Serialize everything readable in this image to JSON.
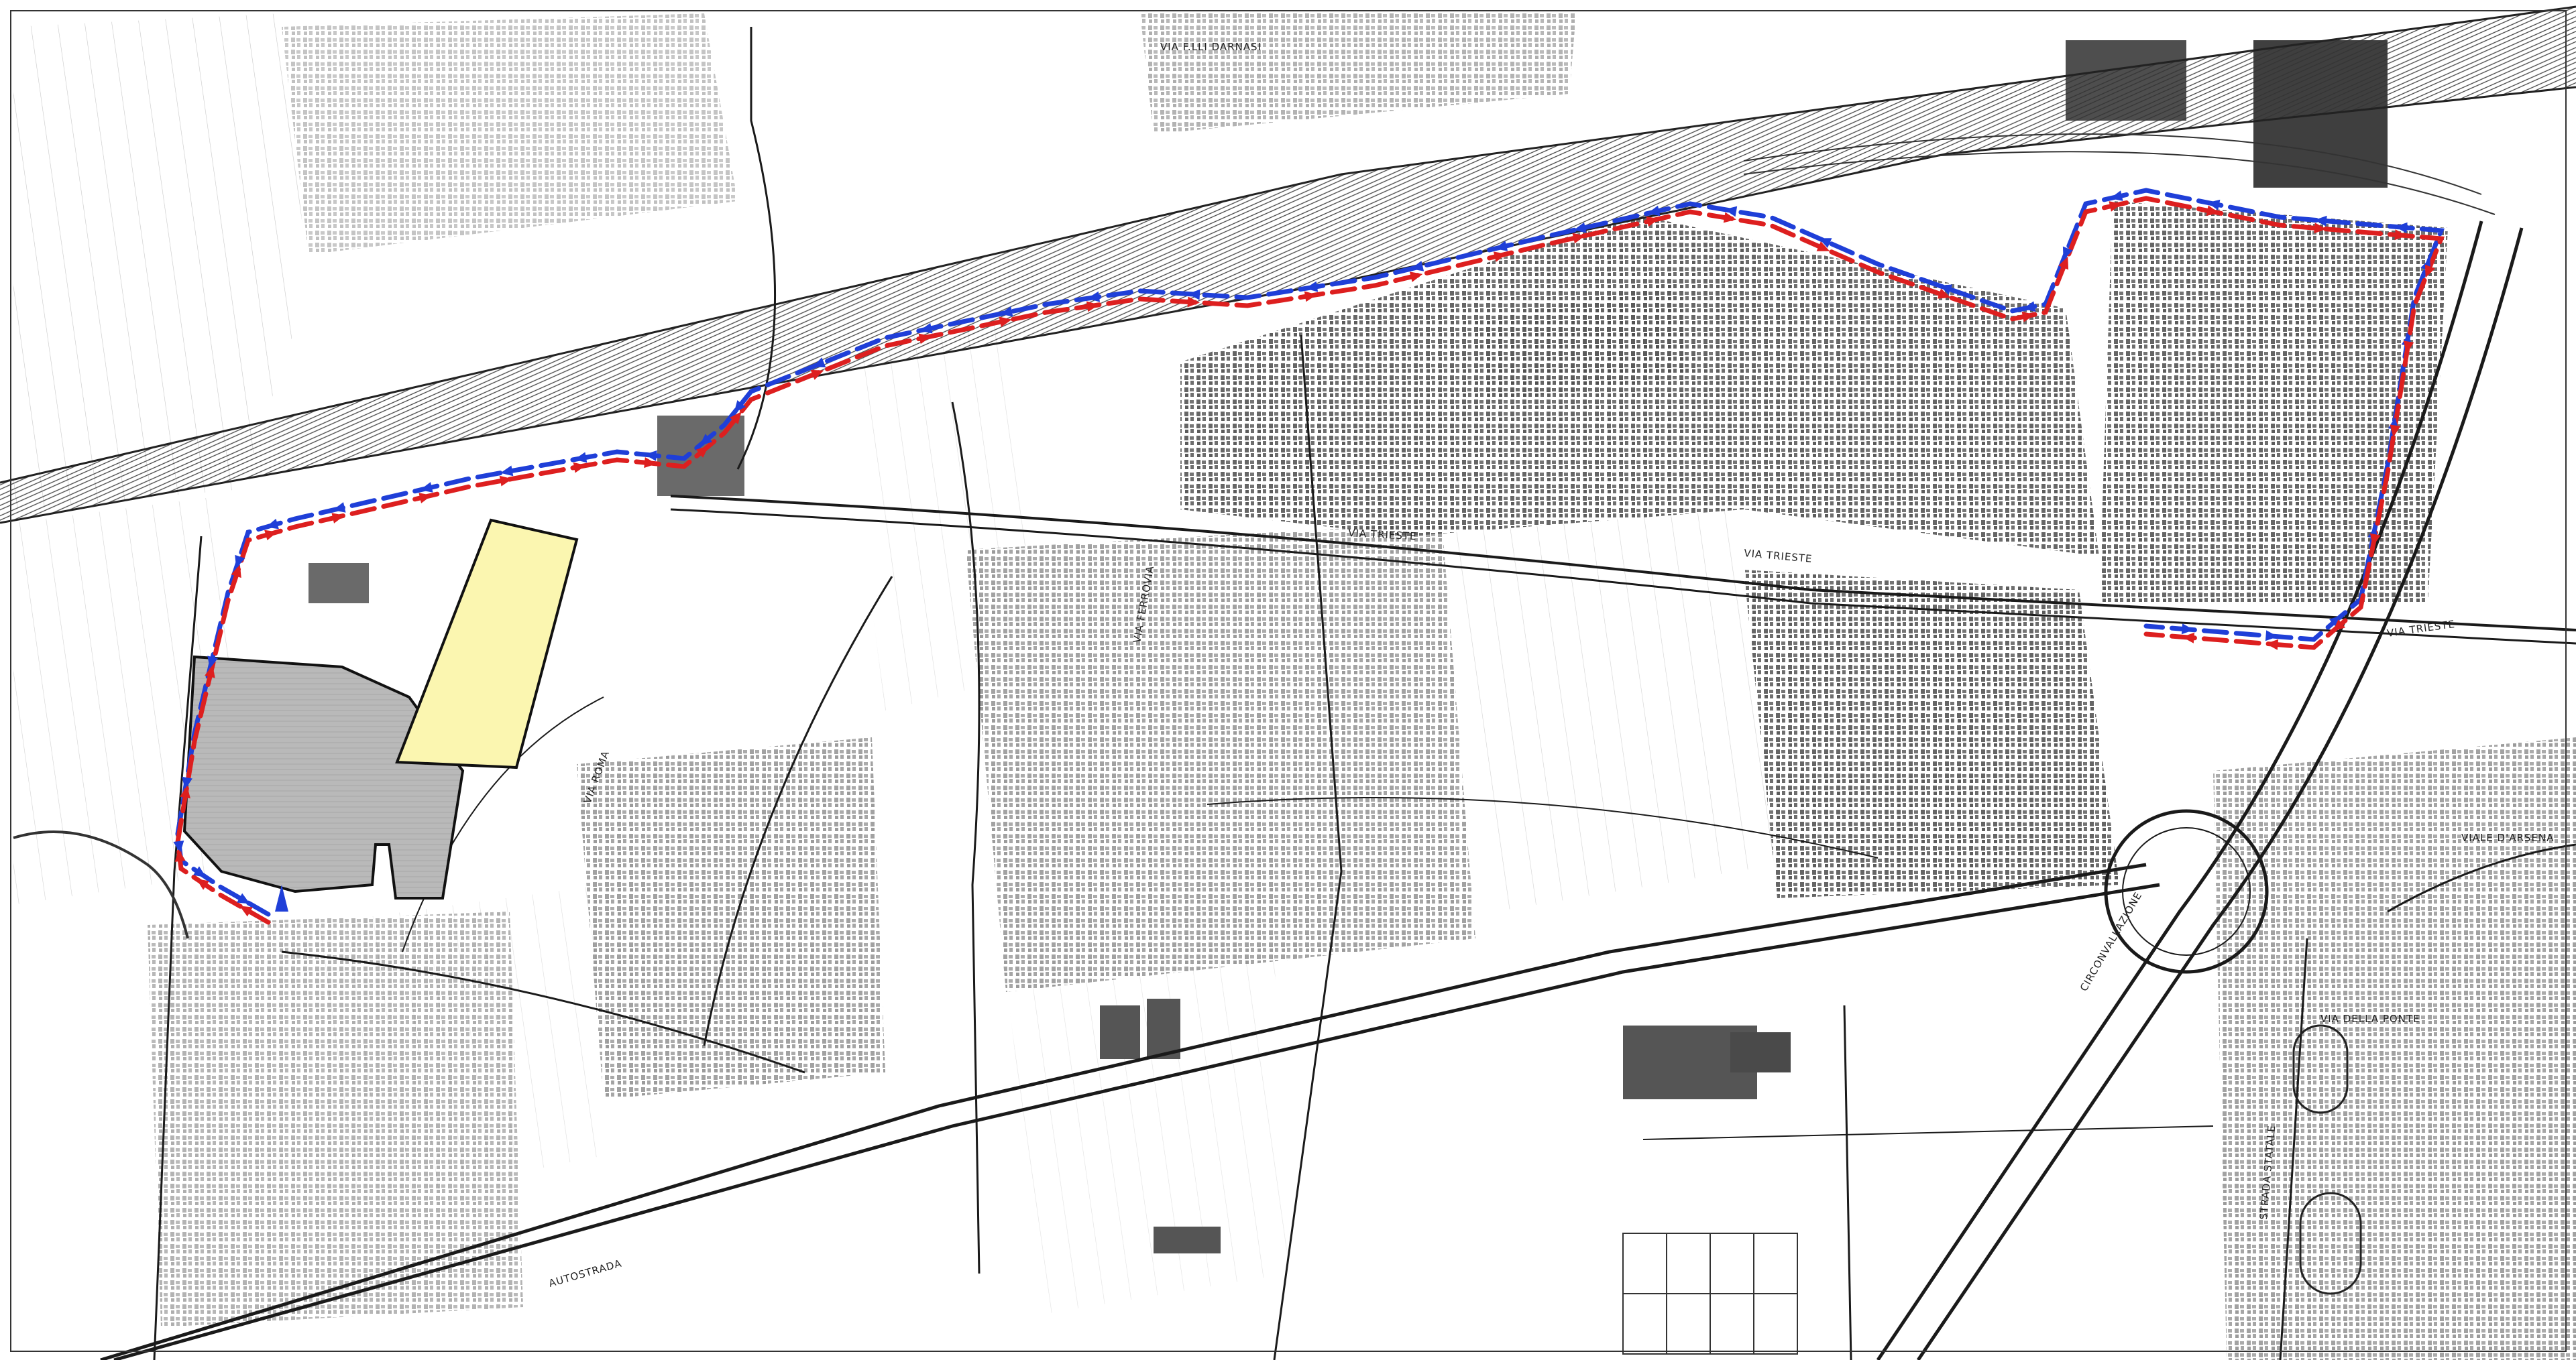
{
  "map": {
    "colors": {
      "background": "#ffffff",
      "ink": "#1a1a1a",
      "building_fill": "#5a5a5a",
      "railway": "#2b2b2b",
      "route_outbound": "#dd1f1f",
      "route_return": "#1f3fd8",
      "area_grey": "#b9b9b9",
      "area_yellow": "#fbf6b0"
    },
    "street_labels": {
      "via_darnasi": "VIA F.LLI DARNASI",
      "via_trieste_center": "VIA TRIESTE",
      "via_trieste_east": "VIA TRIESTE",
      "via_trieste_north": "VIA TRIESTE",
      "viale_darsena": "VIALE D'ARSENA",
      "via_della_ponte": "VIA DELLA PONTE",
      "autostrada": "AUTOSTRADA",
      "via_roma": "VIA ROMA",
      "via_ferrovia": "VIA FERROVIA",
      "strada_statale": "STRADA STATALE",
      "circonvallazione": "CIRCONVALLAZIONE"
    },
    "route_legend": {
      "outbound": "red route arrows",
      "return": "blue route arrows"
    }
  }
}
